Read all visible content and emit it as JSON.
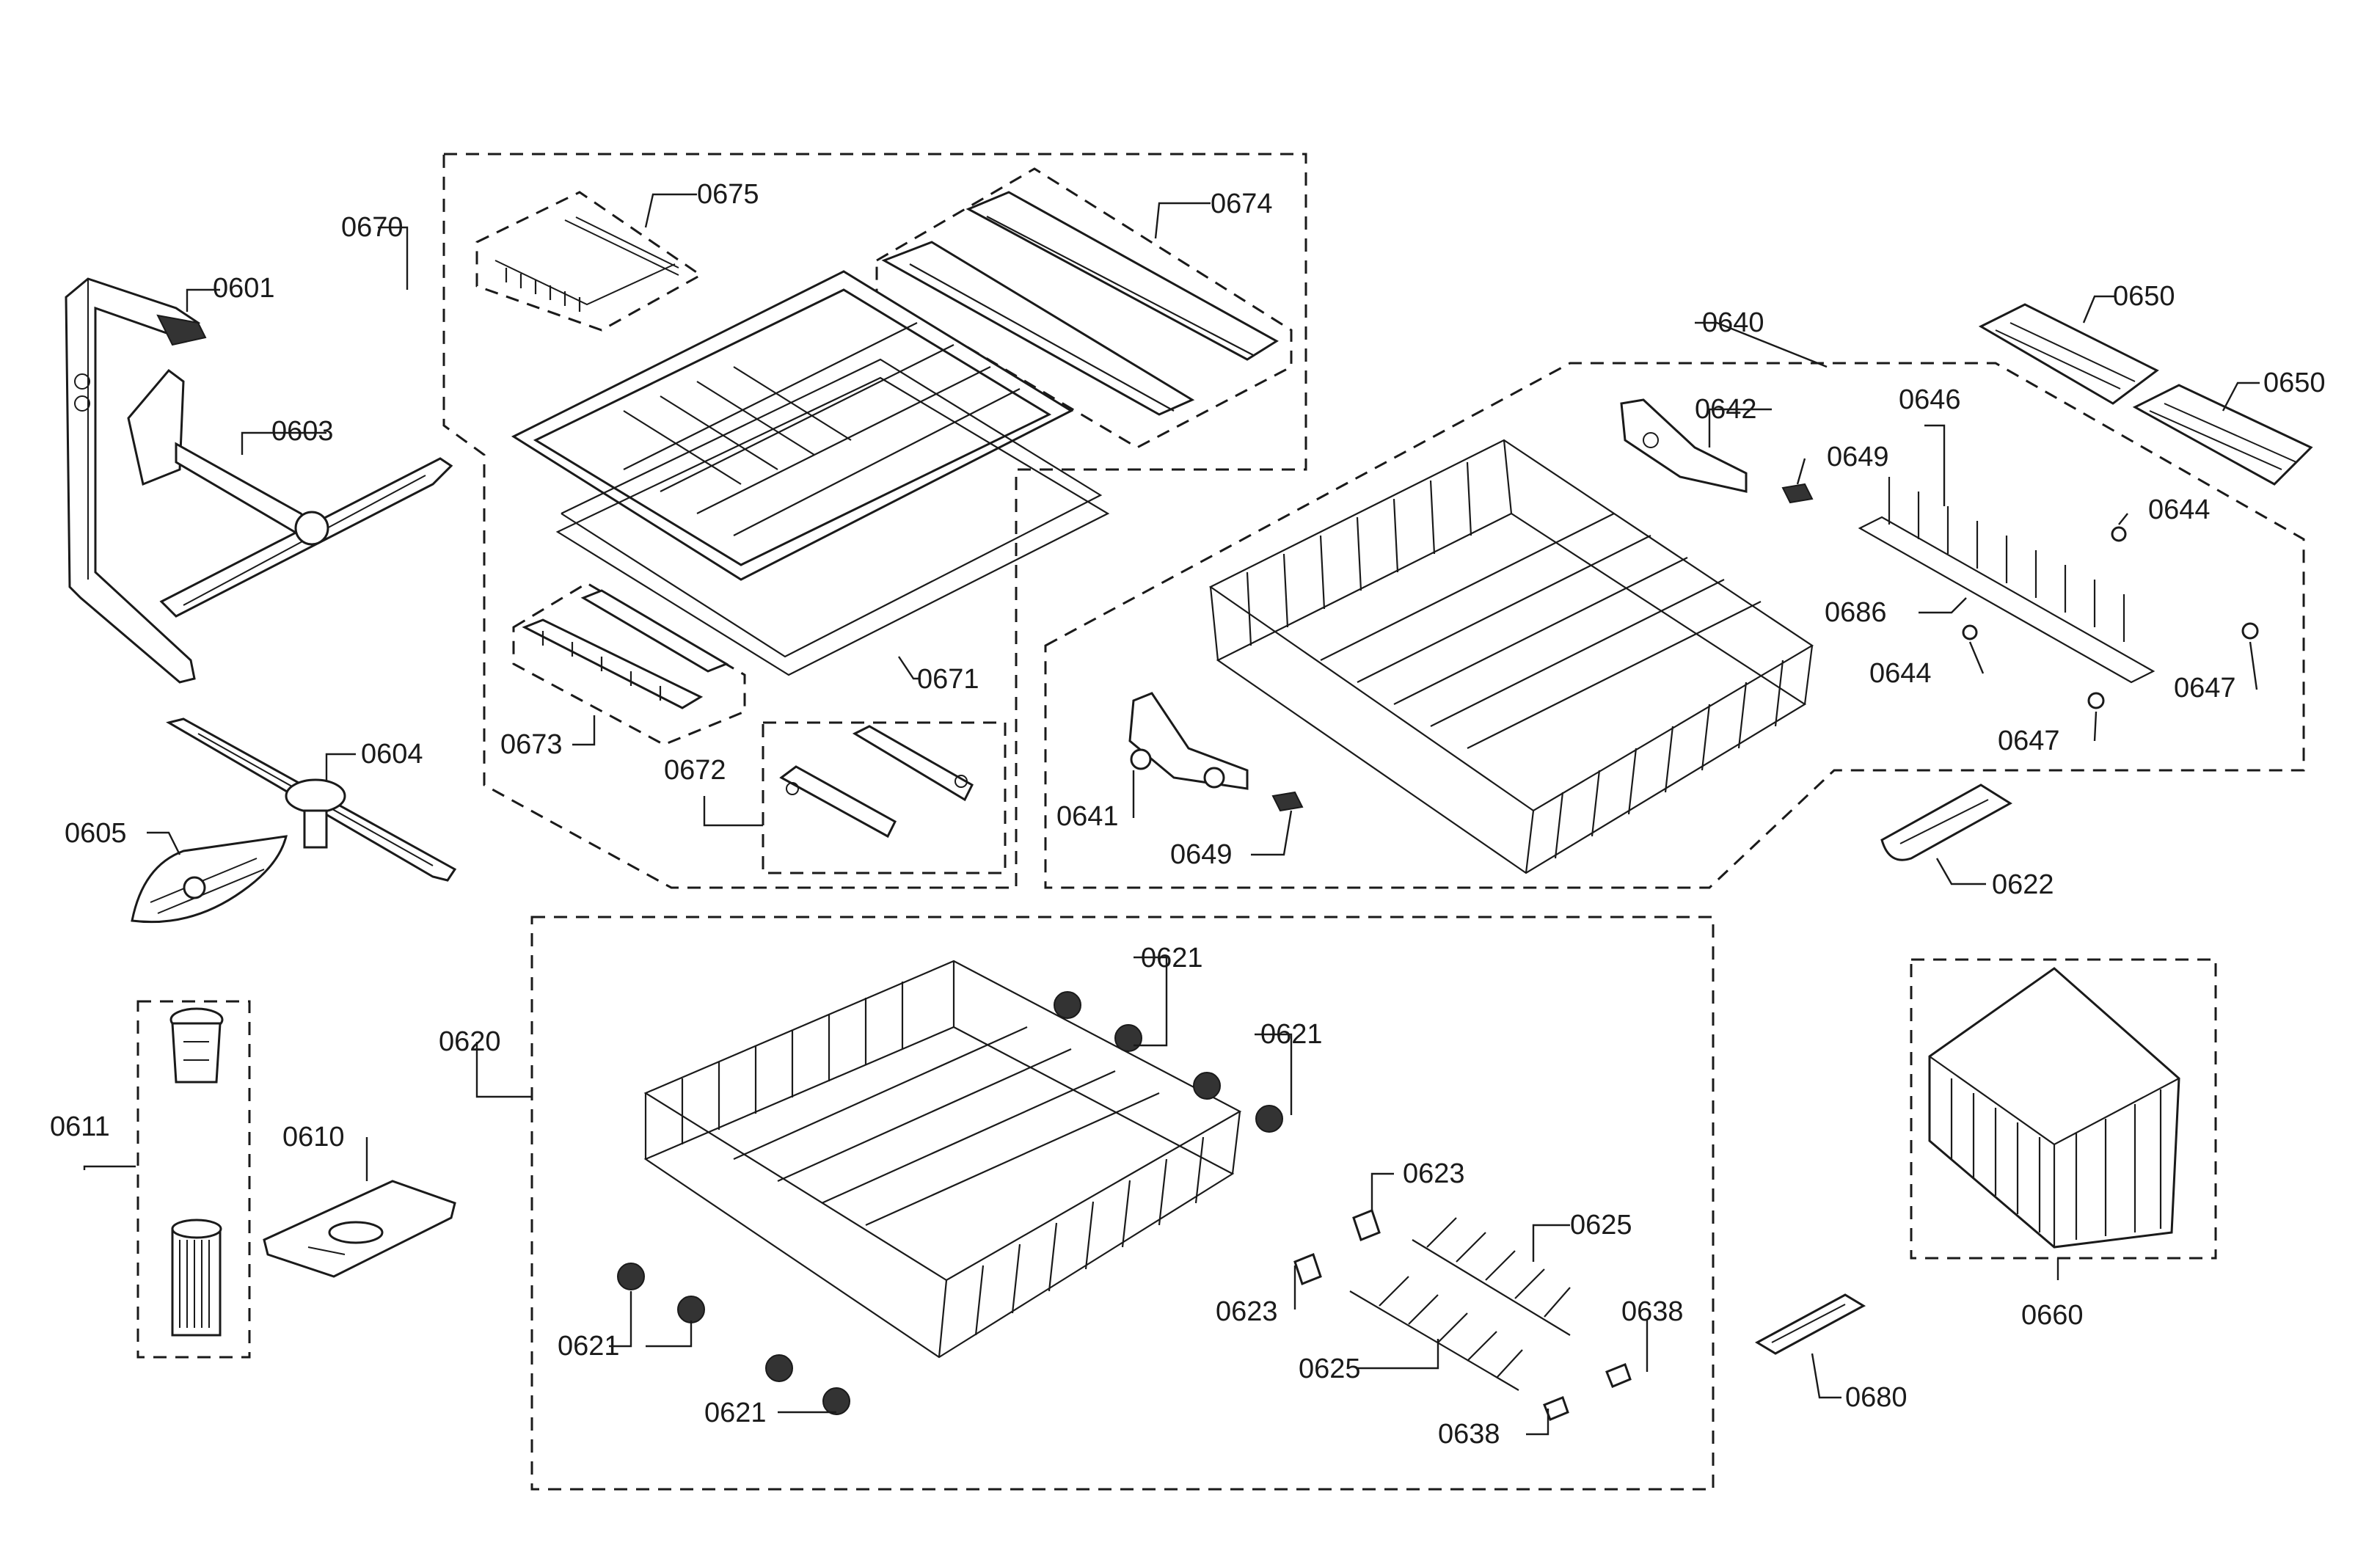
{
  "callouts": {
    "c0601": "0601",
    "c0603": "0603",
    "c0604": "0604",
    "c0605": "0605",
    "c0610": "0610",
    "c0611": "0611",
    "c0620": "0620",
    "c0621": "0621",
    "c0622": "0622",
    "c0623": "0623",
    "c0625": "0625",
    "c0638": "0638",
    "c0640": "0640",
    "c0641": "0641",
    "c0642": "0642",
    "c0644": "0644",
    "c0646": "0646",
    "c0647": "0647",
    "c0649": "0649",
    "c0650": "0650",
    "c0660": "0660",
    "c0670": "0670",
    "c0671": "0671",
    "c0672": "0672",
    "c0673": "0673",
    "c0674": "0674",
    "c0675": "0675",
    "c0680": "0680",
    "c0686": "0686"
  }
}
